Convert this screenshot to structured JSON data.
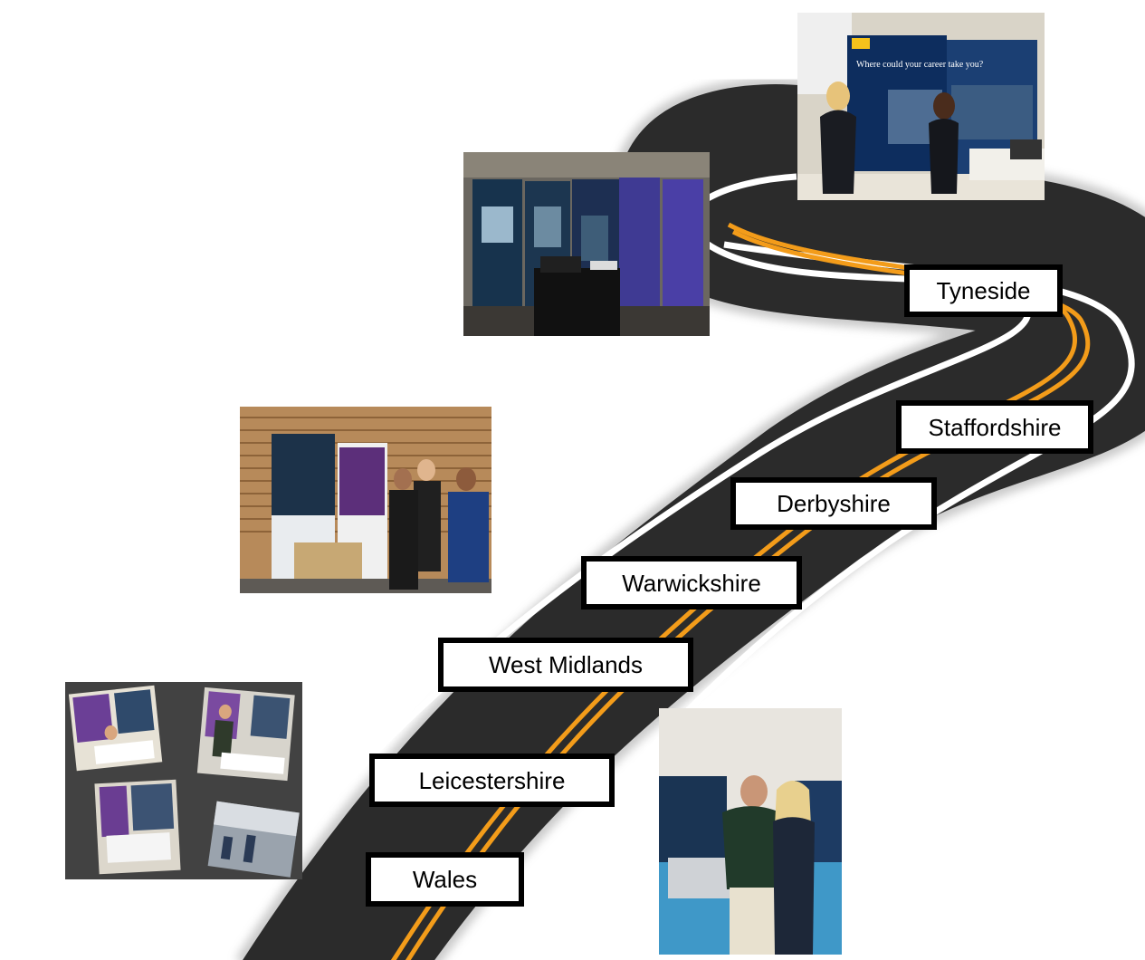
{
  "title": "",
  "road": {
    "surface_color": "#2b2b2b",
    "edge_line_color": "#ffffff",
    "centre_line_color": "#f39c1a"
  },
  "stops": [
    {
      "id": "wales",
      "label": "Wales"
    },
    {
      "id": "leicestershire",
      "label": "Leicestershire"
    },
    {
      "id": "west-midlands",
      "label": "West Midlands"
    },
    {
      "id": "warwickshire",
      "label": "Warwickshire"
    },
    {
      "id": "derbyshire",
      "label": "Derbyshire"
    },
    {
      "id": "staffordshire",
      "label": "Staffordshire"
    },
    {
      "id": "tyneside",
      "label": "Tyneside"
    }
  ],
  "photos": [
    {
      "id": "wales-collage",
      "subject": "collage of four exhibition stand photos"
    },
    {
      "id": "leicestershire-stand",
      "subject": "two people posing at an exhibition stand"
    },
    {
      "id": "west-midlands-stand",
      "subject": "students visiting an exhibition stand"
    },
    {
      "id": "derbyshire-stand",
      "subject": "exhibition stand with banners and a black table"
    },
    {
      "id": "tyneside-stand",
      "subject": "two women at a careers exhibition stand",
      "banner_text": "Where could your career take you?"
    }
  ]
}
